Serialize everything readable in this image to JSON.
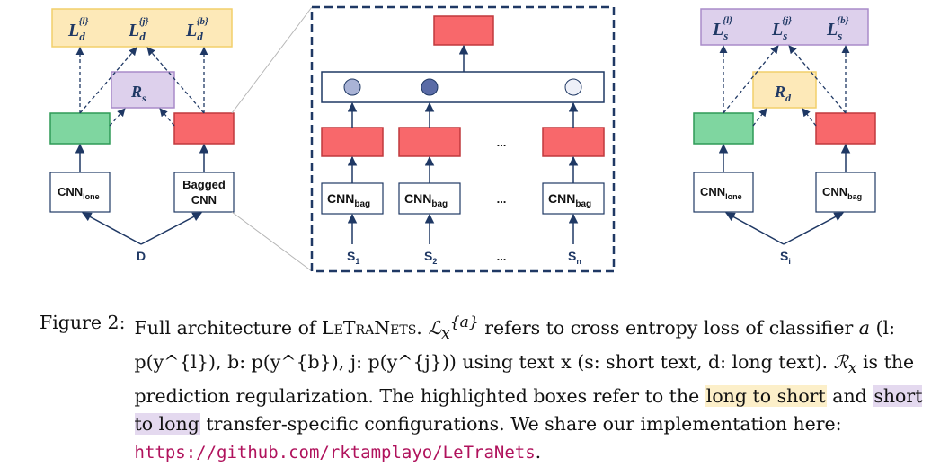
{
  "left_panel": {
    "loss_labels": [
      {
        "main": "L",
        "sub": "d",
        "sup": "{l}"
      },
      {
        "main": "L",
        "sub": "d",
        "sup": "{j}"
      },
      {
        "main": "L",
        "sub": "d",
        "sup": "{b}"
      }
    ],
    "regularizer": {
      "main": "R",
      "sub": "s"
    },
    "cnn_lone": {
      "main": "CNN",
      "sub": "lone"
    },
    "bagged_cnn": [
      "Bagged",
      "CNN"
    ],
    "input": "D"
  },
  "middle_panel": {
    "cnn_bag": {
      "main": "CNN",
      "sub": "bag"
    },
    "ellipsis": "...",
    "inputs": [
      {
        "main": "S",
        "sub": "1"
      },
      {
        "main": "S",
        "sub": "2"
      },
      {
        "main": "S",
        "sub": "n"
      }
    ]
  },
  "right_panel": {
    "loss_labels": [
      {
        "main": "L",
        "sub": "s",
        "sup": "{l}"
      },
      {
        "main": "L",
        "sub": "s",
        "sup": "{j}"
      },
      {
        "main": "L",
        "sub": "s",
        "sup": "{b}"
      }
    ],
    "regularizer": {
      "main": "R",
      "sub": "d"
    },
    "cnn_lone": {
      "main": "CNN",
      "sub": "lone"
    },
    "cnn_bag": {
      "main": "CNN",
      "sub": "bag"
    },
    "input": {
      "main": "S",
      "sub": "i"
    }
  },
  "caption": {
    "figure_label": "Figure 2:",
    "t1": "Full architecture of",
    "model_name": "LeTraNets",
    "t2": ". ",
    "loss_sym": "ℒ",
    "loss_sub": "x",
    "loss_sup": "{a}",
    "t3": " refers to cross entropy loss of classifier ",
    "var_a": "a",
    "t4": "(l: p(y^{l}), b: p(y^{b}), j: p(y^{j})) using text x (s: short text, d: long text). ",
    "reg_sym": "ℛ",
    "reg_sub": "x",
    "t5": " is the prediction regularization. The highlighted boxes refer to the ",
    "hl_long_to_short": "long to short",
    "t6": " and ",
    "hl_short_to_long": "short to long",
    "t7": " transfer-specific configurations. We share our implementation here: ",
    "url": "https://github.com/rktamplayo/LeTraNets",
    "t8": "."
  },
  "colors": {
    "navy": "#1f3864",
    "yellow_fill": "#fde9b8",
    "yellow_stroke": "#f2cf6a",
    "purple_fill": "#ddd0ec",
    "purple_stroke": "#a98bc9",
    "green_fill": "#7fd6a0",
    "green_stroke": "#2f9a57",
    "red_fill": "#f8686b",
    "red_stroke": "#c0393d",
    "url_color": "#b0125c"
  }
}
